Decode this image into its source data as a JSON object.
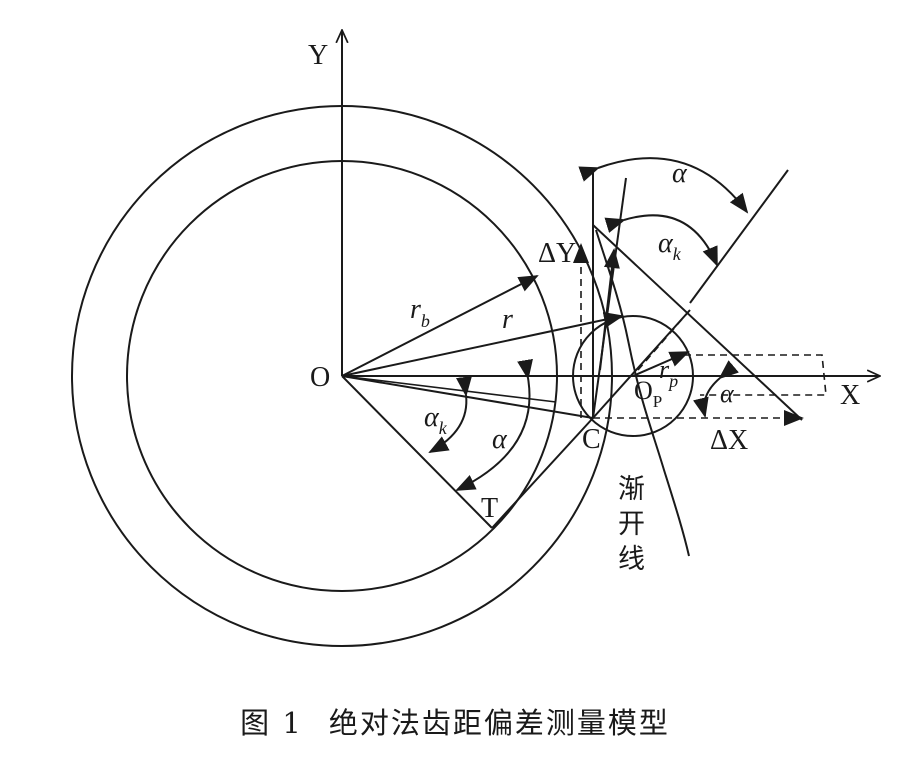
{
  "labels": {
    "axis_y": "Y",
    "axis_x": "X",
    "origin": "O",
    "r_b_main": "r",
    "r_b_sub": "b",
    "r": "r",
    "r_p_main": "r",
    "r_p_sub": "p",
    "o_p_main": "O",
    "o_p_sub": "P",
    "alpha": "α",
    "alpha_k_main": "α",
    "alpha_k_sub": "k",
    "delta_y": "ΔY",
    "delta_x": "ΔX",
    "point_c": "C",
    "point_t": "T",
    "involute_1": "渐",
    "involute_2": "开",
    "involute_3": "线"
  },
  "caption": {
    "number": "图 1",
    "title": "绝对法齿距偏差测量模型"
  }
}
